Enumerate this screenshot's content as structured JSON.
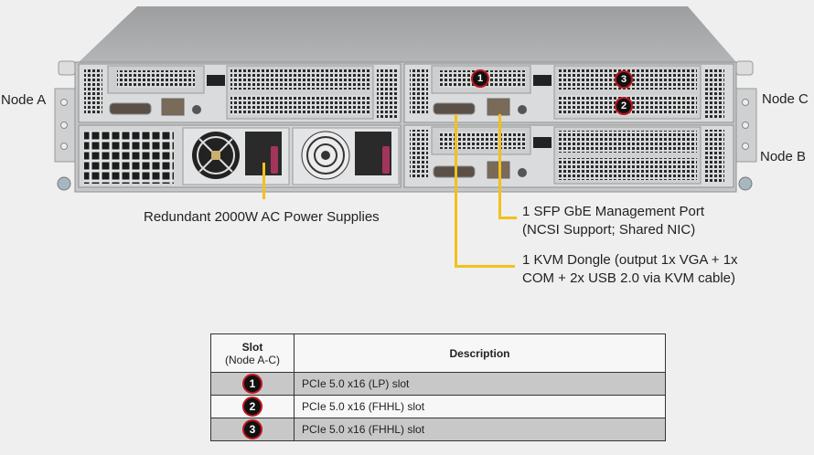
{
  "diagram": {
    "title": "Server rear view",
    "node_labels": {
      "node_a": "Node A",
      "node_b": "Node B",
      "node_c": "Node C"
    },
    "callouts": {
      "power": "Redundant  2000W AC Power Supplies",
      "sfp_line1": "1 SFP GbE Management  Port",
      "sfp_line2": "(NCSI Support;  Shared NIC)",
      "kvm_line1": "1 KVM Dongle (output  1x VGA + 1x",
      "kvm_line2": "COM + 2x USB 2.0 via KVM cable)"
    },
    "slot_markers": [
      "1",
      "2",
      "3"
    ],
    "colors": {
      "callout_line": "#f2c11a",
      "badge_fill": "#111111",
      "badge_ring": "#c0161c",
      "chassis": "#a9abad"
    }
  },
  "table": {
    "headers": {
      "slot": "Slot",
      "slot_sub": "(Node  A-C)",
      "description": "Description"
    },
    "rows": [
      {
        "slot": "1",
        "description": "PCIe  5.0 x16 (LP) slot"
      },
      {
        "slot": "2",
        "description": "PCIe  5.0 x16 (FHHL)  slot"
      },
      {
        "slot": "3",
        "description": "PCIe  5.0 x16 (FHHL)  slot"
      }
    ]
  }
}
